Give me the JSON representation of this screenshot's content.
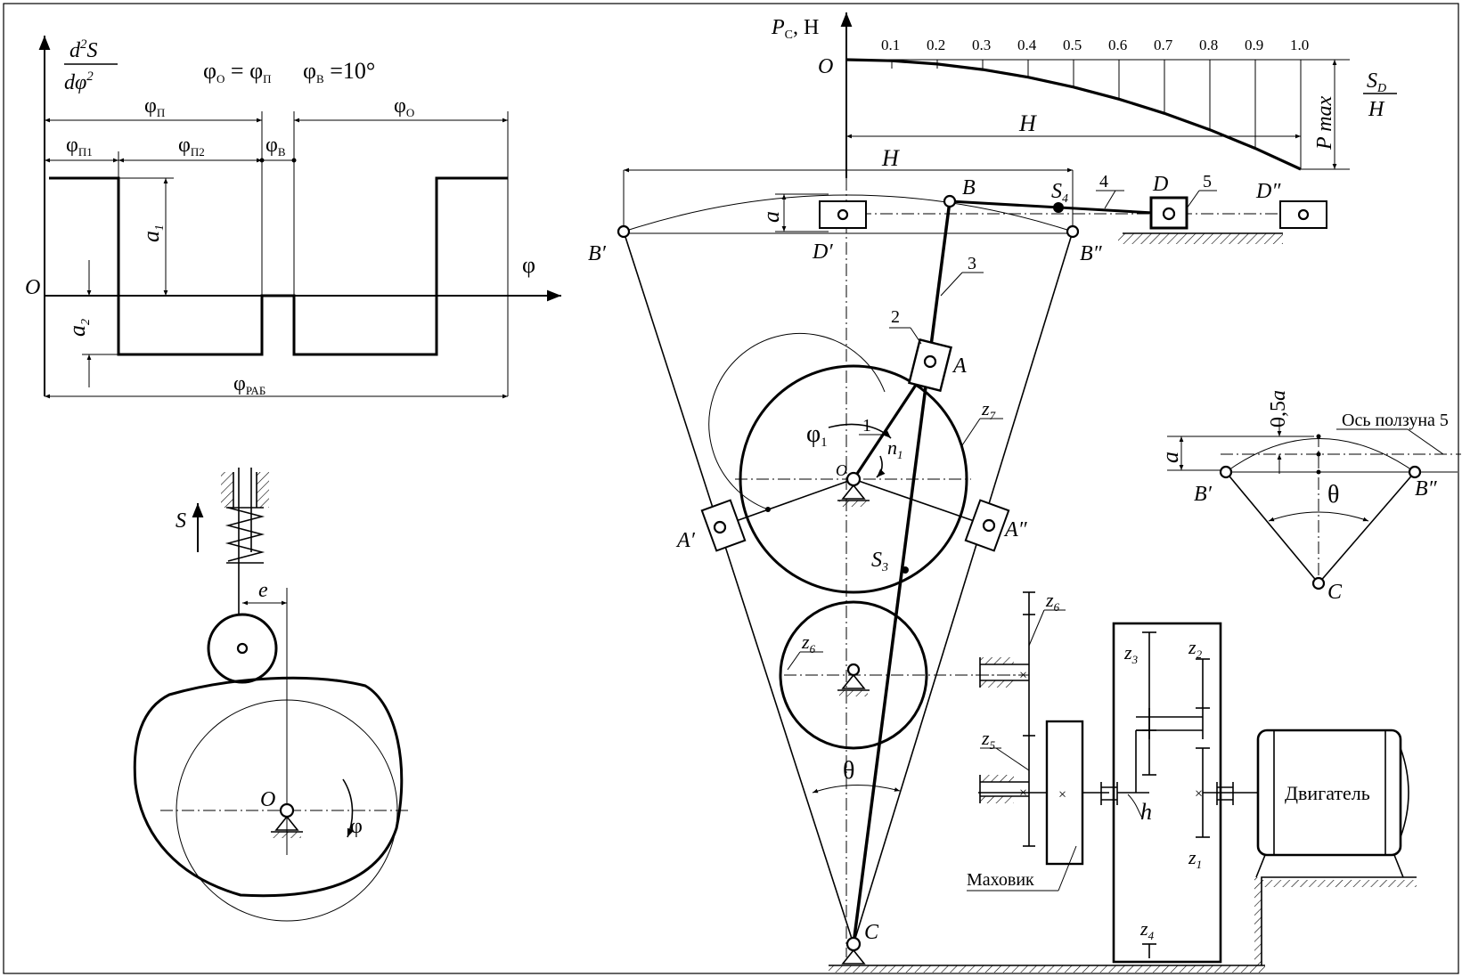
{
  "top_left_chart": {
    "y_label_num": "d",
    "y_label_num_sup": "2",
    "y_label_num_var": "S",
    "y_label_den": "dφ",
    "y_label_den_sup": "2",
    "formula_left": "φ",
    "formula_left_sub": "О",
    "formula_eq1": " = φ",
    "formula_eq1_sub": "П",
    "formula_right": "φ",
    "formula_right_sub": "В",
    "formula_right_eq": " =10°",
    "phi_p": "φ",
    "phi_p_sub": "П",
    "phi_o": "φ",
    "phi_o_sub": "О",
    "phi_p1": "φ",
    "phi_p1_sub": "П1",
    "phi_p2": "φ",
    "phi_p2_sub": "П2",
    "phi_v": "φ",
    "phi_v_sub": "В",
    "a1": "a",
    "a1_sub": "1",
    "a2": "a",
    "a2_sub": "2",
    "origin": "O",
    "x_label": "φ",
    "phi_rab": "φ",
    "phi_rab_sub": "РАБ"
  },
  "cam": {
    "s_label": "S",
    "e_label": "e",
    "center_label": "O",
    "phi_label": "φ"
  },
  "force_chart": {
    "y_label": "P",
    "y_label_sub": "С",
    "y_unit": ", Н",
    "origin": "O",
    "ticks": [
      "0.1",
      "0.2",
      "0.3",
      "0.4",
      "0.5",
      "0.6",
      "0.7",
      "0.8",
      "0.9",
      "1.0"
    ],
    "x_label_num": "S",
    "x_label_num_sub": "D",
    "x_label_den": "H",
    "h_label": "H",
    "pmax_label": "P max"
  },
  "mechanism": {
    "h_label": "H",
    "a_label": "a",
    "b": "B",
    "b_prime": "B′",
    "b_dprime": "B″",
    "s4": "S",
    "s4_sub": "4",
    "d": "D",
    "d_prime": "D′",
    "d_dprime": "D″",
    "n4": "4",
    "n5": "5",
    "n3": "3",
    "n2": "2",
    "n1": "1",
    "a": "A",
    "a_prime": "A′",
    "a_dprime": "A″",
    "phi1": "φ",
    "phi1_sub": "1",
    "n1_speed": "n",
    "n1_speed_sub": "1",
    "o": "O",
    "z7": "z",
    "z7_sub": "7",
    "s3": "S",
    "s3_sub": "3",
    "z6": "z",
    "z6_sub": "6",
    "theta": "θ",
    "c": "C"
  },
  "gearbox": {
    "z6": "z",
    "z6_sub": "6",
    "z5": "z",
    "z5_sub": "5",
    "z3": "z",
    "z3_sub": "3",
    "z2": "z",
    "z2_sub": "2",
    "z1": "z",
    "z1_sub": "1",
    "z4": "z",
    "z4_sub": "4",
    "h": "h",
    "flywheel": "Маховик",
    "motor": "Двигатель"
  },
  "detail": {
    "half_a": "0,5",
    "half_a_var": "a",
    "axis_label": "Ось ползуна 5",
    "a": "a",
    "b_prime": "B′",
    "b_dprime": "B″",
    "theta": "θ",
    "c": "C"
  },
  "force_curve": {
    "x": [
      0,
      0.1,
      0.2,
      0.3,
      0.4,
      0.5,
      0.6,
      0.7,
      0.8,
      0.9,
      1.0
    ],
    "y": [
      0,
      0.01,
      0.04,
      0.09,
      0.16,
      0.25,
      0.36,
      0.49,
      0.64,
      0.81,
      1.0
    ]
  }
}
